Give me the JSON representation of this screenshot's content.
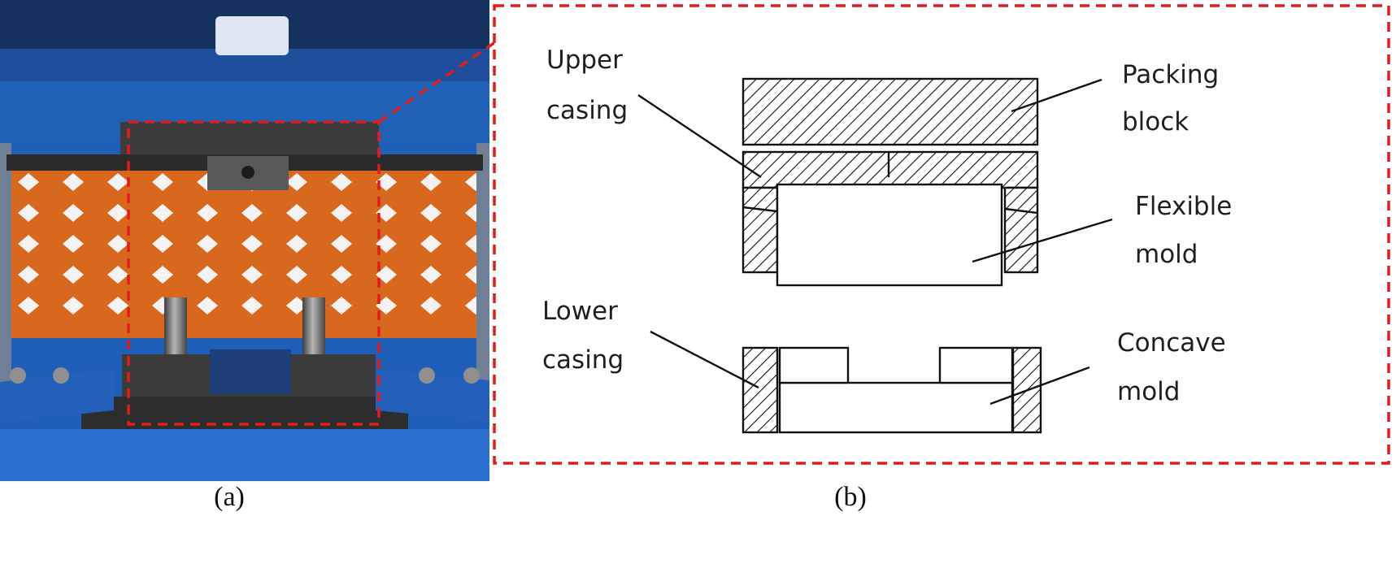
{
  "panel_a": {
    "caption": "(a)",
    "colors": {
      "frame_blue": "#1f5fb8",
      "plate_orange": "#d8681e",
      "highlight_red": "#e21b1b"
    }
  },
  "panel_b": {
    "caption": "(b)",
    "labels": {
      "upper_casing": [
        "Upper",
        "casing"
      ],
      "packing_block": [
        "Packing",
        "block"
      ],
      "flexible_mold": [
        "Flexible",
        "mold"
      ],
      "lower_casing": [
        "Lower",
        "casing"
      ],
      "concave_mold": [
        "Concave",
        "mold"
      ]
    }
  }
}
